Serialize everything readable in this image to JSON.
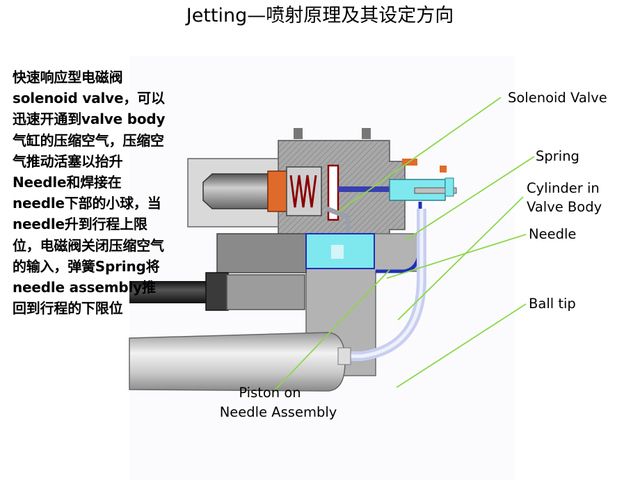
{
  "title": "Jetting—喷射原理及其设定方向",
  "description": "快速响应型电磁阀solenoid valve，可以迅速开通到valve body气缸的压缩空气，压缩空气推动活塞以抬升Needle和焊接在needle下部的小球，当needle升到行程上限位，电磁阀关闭压缩空气的输入，弹簧Spring将needle assembly推回到行程的下限位",
  "labels": {
    "solenoid_valve": "Solenoid Valve",
    "spring": "Spring",
    "cylinder_line1": "Cylinder in",
    "cylinder_line2": "Valve Body",
    "needle": "Needle",
    "ball_tip": "Ball tip",
    "piston_line1": "Piston on",
    "piston_line2": "Needle Assembly"
  },
  "colors": {
    "leader_line": "#8cd64a",
    "body_gray": "#9a9a9a",
    "cyan": "#7fe8ef",
    "orange": "#e06a2a",
    "blue": "#1f2fb8",
    "tube": "#c8cff0"
  }
}
